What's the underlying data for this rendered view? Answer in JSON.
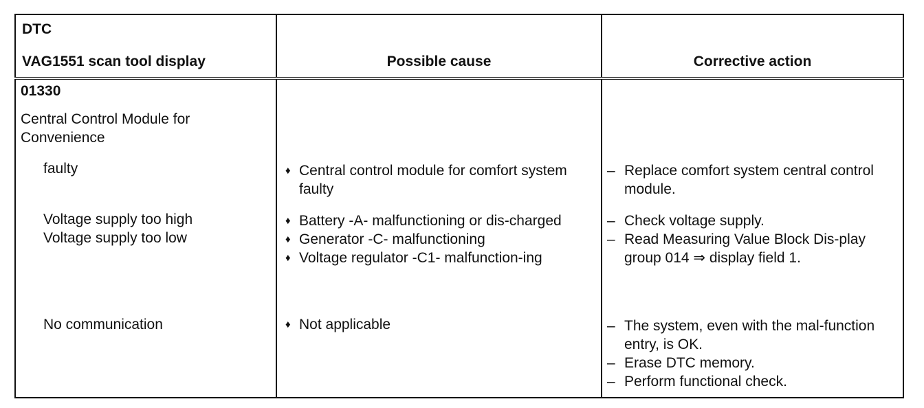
{
  "header": {
    "col1_line1": "DTC",
    "col1_line2": "VAG1551 scan tool display",
    "col2": "Possible cause",
    "col3": "Corrective action"
  },
  "dtc": {
    "code": "01330",
    "title": "Central Control Module for Convenience",
    "rows": [
      {
        "display": "faulty",
        "causes": [
          "Central control module for comfort system faulty"
        ],
        "actions": [
          "Replace comfort system central control module."
        ]
      },
      {
        "display": "Voltage supply too high\nVoltage supply too low",
        "causes": [
          "Battery -A- malfunctioning or dis-charged",
          "Generator -C- malfunctioning",
          "Voltage regulator -C1- malfunction-ing"
        ],
        "actions": [
          "Check voltage supply.",
          "Read Measuring Value Block Dis-play group 014 ⇒ display field 1."
        ]
      },
      {
        "display": "No communication",
        "causes": [
          "Not applicable"
        ],
        "actions": [
          "The system, even with the mal-function entry, is OK.",
          "Erase DTC memory.",
          "Perform functional check."
        ]
      }
    ]
  }
}
